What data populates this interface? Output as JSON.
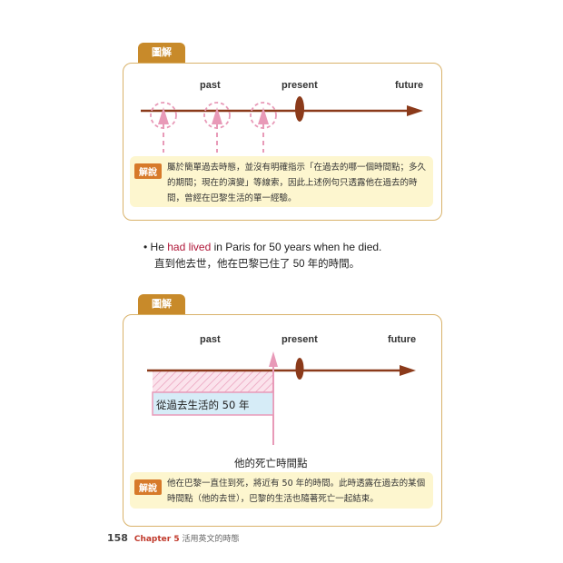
{
  "diagram1": {
    "tab": "圖解",
    "axis_labels": {
      "past": "past",
      "present": "present",
      "future": "future"
    },
    "note_tag": "解說",
    "note_lines": [
      "屬於簡單過去時態，並沒有明確指示「在過去的哪一個時間點；多久",
      "的期間；現在的演變」等線索，因此上述例句只透露他在過去的時",
      "間，曾經在巴黎生活的單一經驗。"
    ]
  },
  "example": {
    "bullet": "•",
    "en_before": "He ",
    "en_highlight": "had lived",
    "en_after": " in Paris for 50 years when he died.",
    "zh": "直到他去世，他在巴黎已住了 50 年的時間。"
  },
  "diagram2": {
    "tab": "圖解",
    "axis_labels": {
      "past": "past",
      "present": "present",
      "future": "future"
    },
    "box_label": "從過去生活的 50 年",
    "death_label": "他的死亡時間點",
    "note_tag": "解說",
    "note_lines": [
      "他在巴黎一直住到死，將近有 50 年的時間。此時透露在過去的某個",
      "時間點（他的去世），巴黎的生活也隨著死亡一起結束。"
    ]
  },
  "footer": {
    "page_number": "158",
    "chapter": "Chapter 5",
    "chapter_title": "活用英文的時態"
  },
  "colors": {
    "tab": "#c88a2a",
    "panel_border": "#d9b26a",
    "timeline": "#8b3a1a",
    "pink": "#e89ab8",
    "note_bg": "#fdf6cf",
    "note_tag": "#d77a2a",
    "highlight": "#b0183a",
    "box_fill": "#d6ecf7"
  }
}
